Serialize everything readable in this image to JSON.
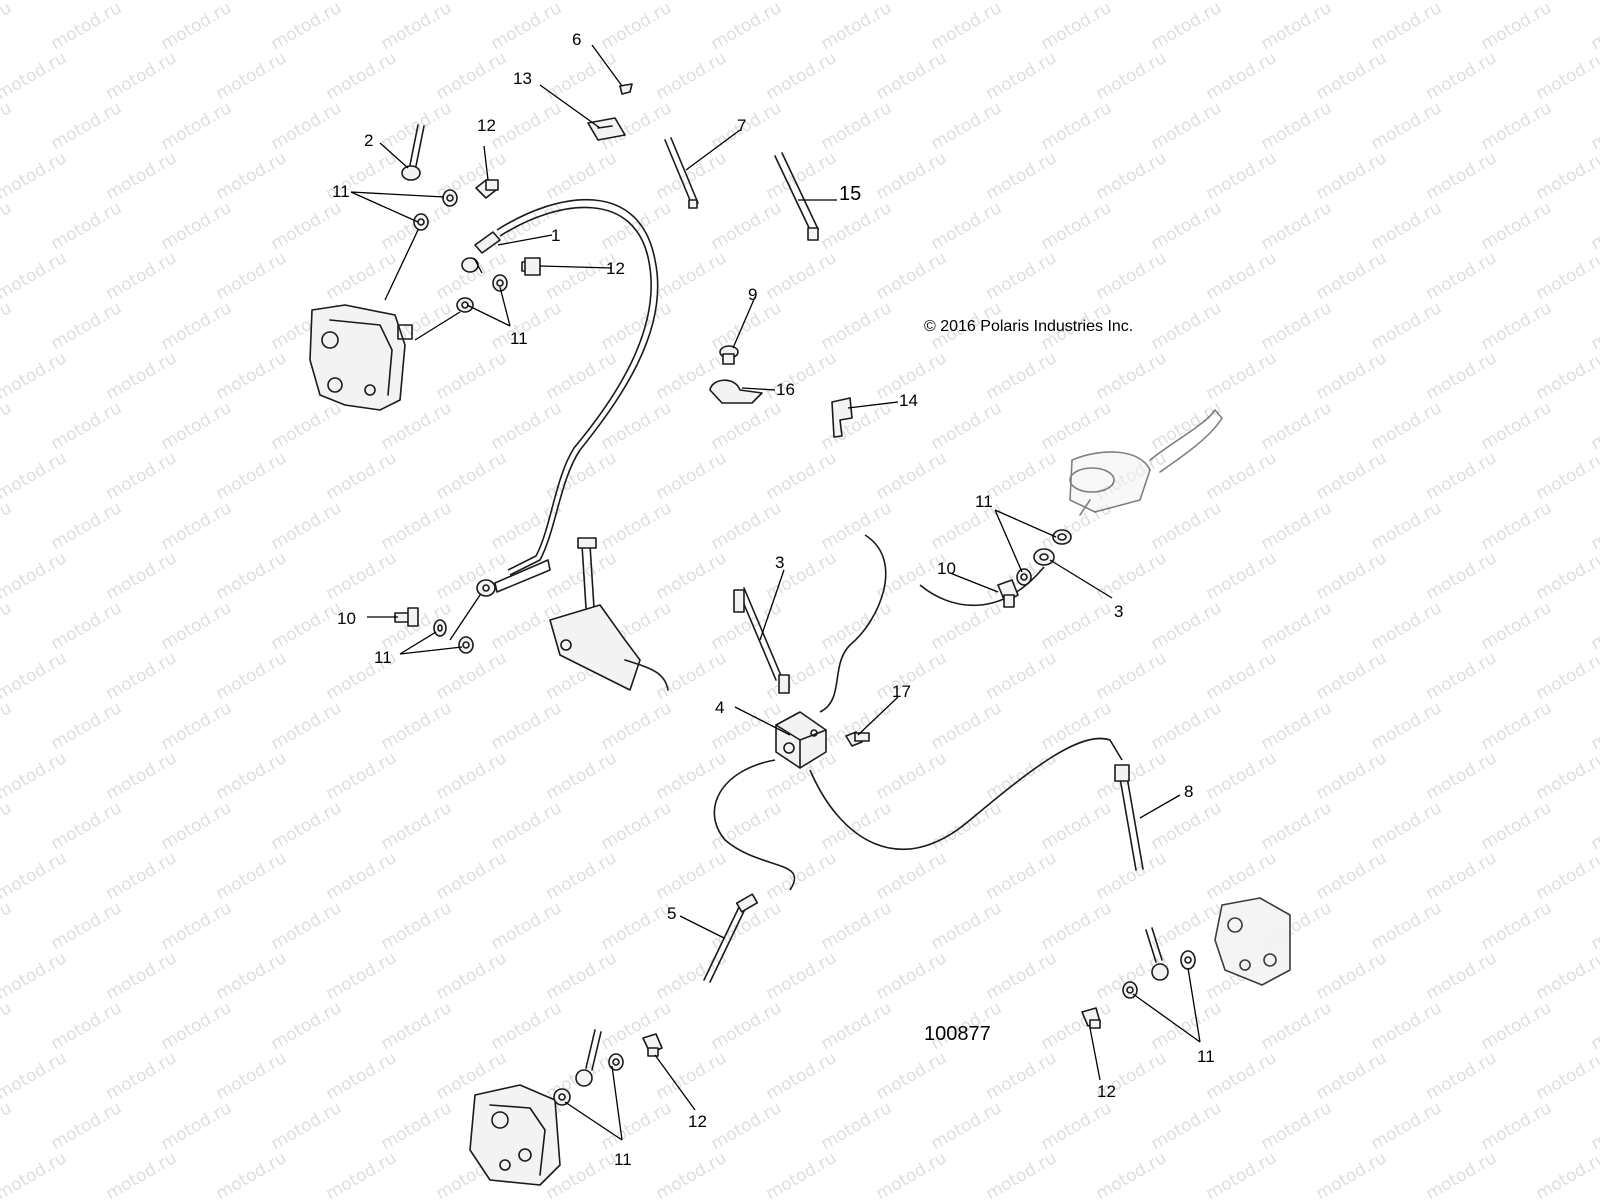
{
  "watermark": "motod.ru",
  "copyright": "© 2016 Polaris Industries Inc.",
  "figure_id": "100877",
  "callouts": [
    "1",
    "2",
    "3",
    "4",
    "5",
    "6",
    "7",
    "8",
    "9",
    "10",
    "11",
    "12",
    "13",
    "14",
    "15",
    "16",
    "17"
  ]
}
